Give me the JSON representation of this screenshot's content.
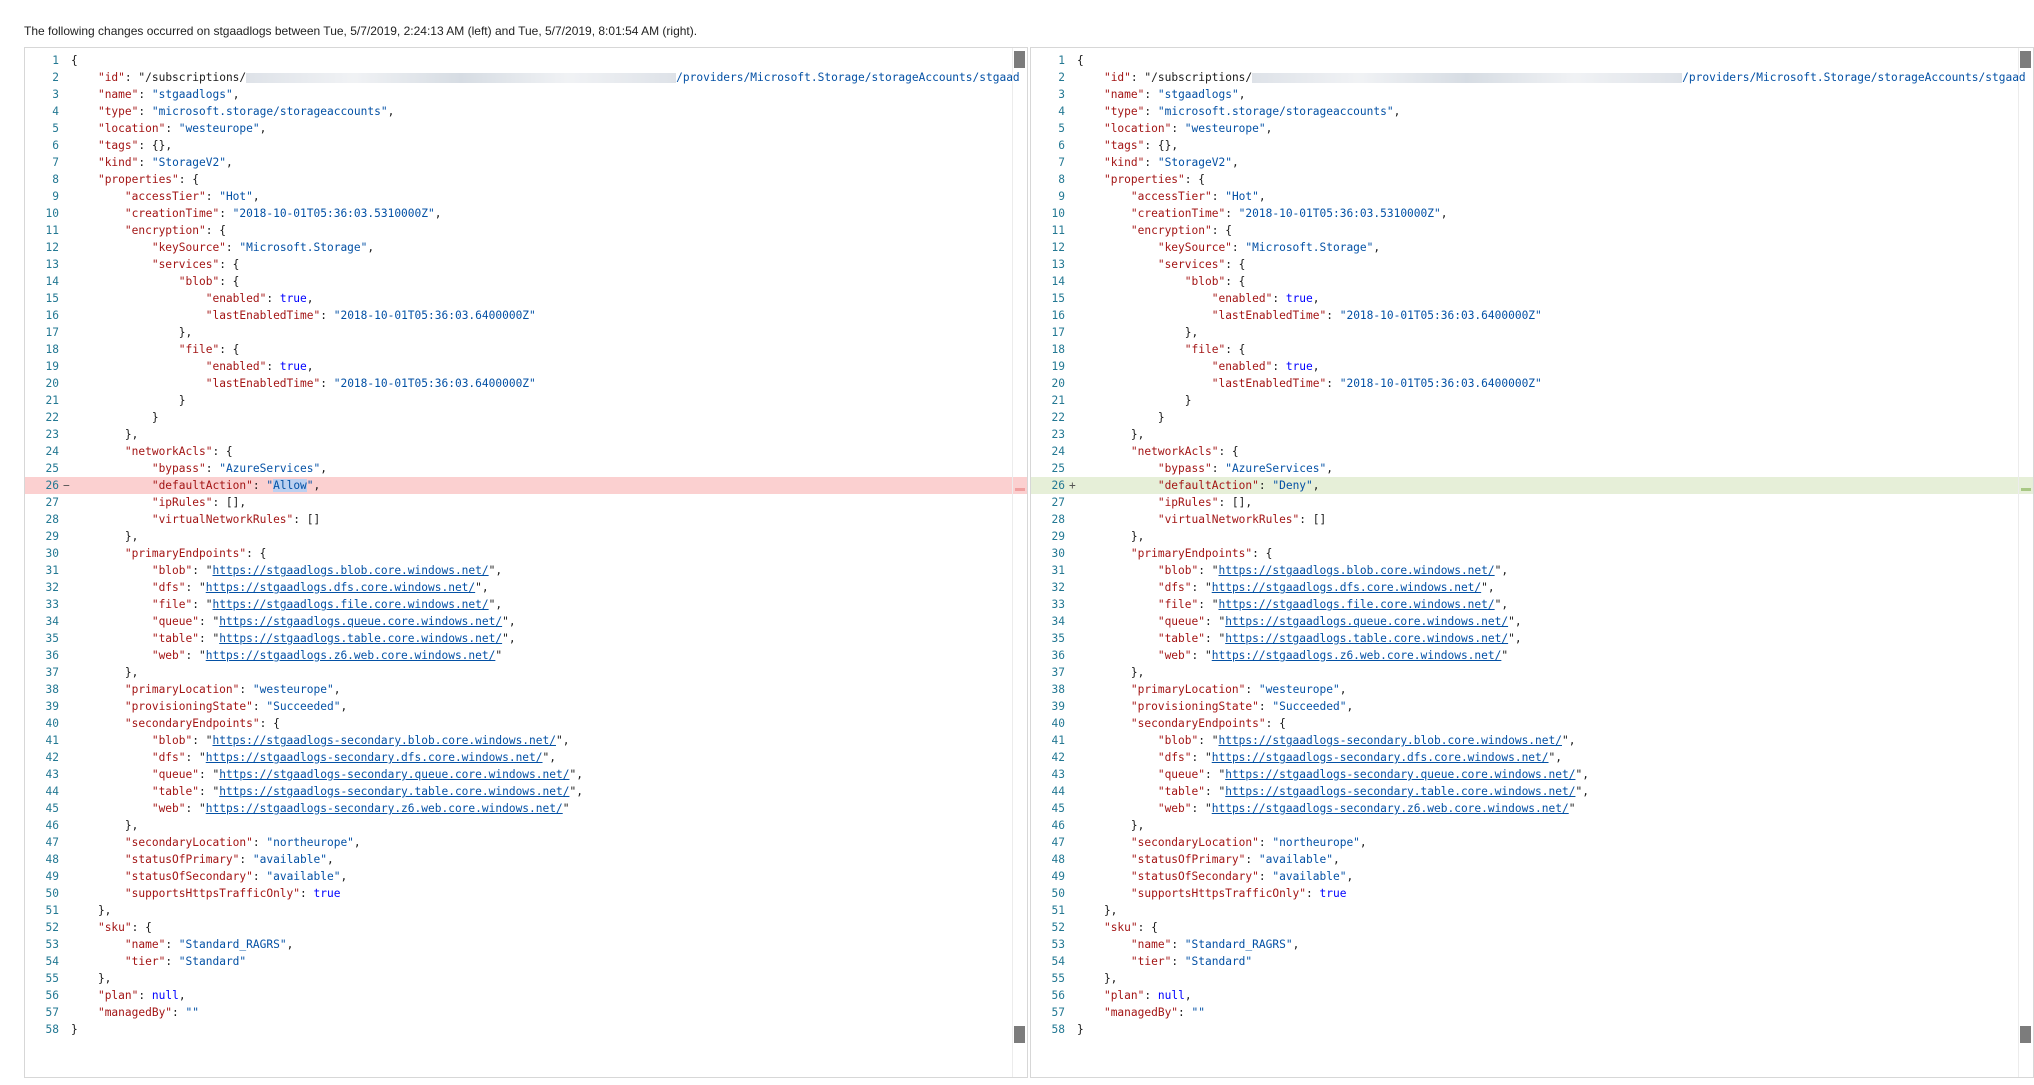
{
  "header": "The following changes occurred on stgaadlogs between Tue, 5/7/2019, 2:24:13 AM (left) and Tue, 5/7/2019, 8:01:54 AM (right).",
  "colors": {
    "removed": "#fbd0d0",
    "added": "#e6efd8",
    "key": "#a31515",
    "string": "#0451a5",
    "keyword": "#0000ff"
  },
  "left": {
    "lines": [
      {
        "n": "1",
        "t": "{"
      },
      {
        "n": "2",
        "t": "    \"id\": \"/subscriptions/",
        "tail": "/providers/Microsoft.Storage/storageAccounts/stgaad",
        "mask": true
      },
      {
        "n": "3",
        "t": "    \"name\": \"stgaadlogs\","
      },
      {
        "n": "4",
        "t": "    \"type\": \"microsoft.storage/storageaccounts\","
      },
      {
        "n": "5",
        "t": "    \"location\": \"westeurope\","
      },
      {
        "n": "6",
        "t": "    \"tags\": {},"
      },
      {
        "n": "7",
        "t": "    \"kind\": \"StorageV2\","
      },
      {
        "n": "8",
        "t": "    \"properties\": {"
      },
      {
        "n": "9",
        "t": "        \"accessTier\": \"Hot\","
      },
      {
        "n": "10",
        "t": "        \"creationTime\": \"2018-10-01T05:36:03.5310000Z\","
      },
      {
        "n": "11",
        "t": "        \"encryption\": {"
      },
      {
        "n": "12",
        "t": "            \"keySource\": \"Microsoft.Storage\","
      },
      {
        "n": "13",
        "t": "            \"services\": {"
      },
      {
        "n": "14",
        "t": "                \"blob\": {"
      },
      {
        "n": "15",
        "t": "                    \"enabled\": true,"
      },
      {
        "n": "16",
        "t": "                    \"lastEnabledTime\": \"2018-10-01T05:36:03.6400000Z\""
      },
      {
        "n": "17",
        "t": "                },"
      },
      {
        "n": "18",
        "t": "                \"file\": {"
      },
      {
        "n": "19",
        "t": "                    \"enabled\": true,"
      },
      {
        "n": "20",
        "t": "                    \"lastEnabledTime\": \"2018-10-01T05:36:03.6400000Z\""
      },
      {
        "n": "21",
        "t": "                }"
      },
      {
        "n": "22",
        "t": "            }"
      },
      {
        "n": "23",
        "t": "        },"
      },
      {
        "n": "24",
        "t": "        \"networkAcls\": {"
      },
      {
        "n": "25",
        "t": "            \"bypass\": \"AzureServices\","
      },
      {
        "n": "26",
        "t": "            \"defaultAction\": \"Allow\",",
        "diff": "removed",
        "marker": "−"
      },
      {
        "n": "27",
        "t": "            \"ipRules\": [],"
      },
      {
        "n": "28",
        "t": "            \"virtualNetworkRules\": []"
      },
      {
        "n": "29",
        "t": "        },"
      },
      {
        "n": "30",
        "t": "        \"primaryEndpoints\": {"
      },
      {
        "n": "31",
        "t": "            \"blob\": \"https://stgaadlogs.blob.core.windows.net/\","
      },
      {
        "n": "32",
        "t": "            \"dfs\": \"https://stgaadlogs.dfs.core.windows.net/\","
      },
      {
        "n": "33",
        "t": "            \"file\": \"https://stgaadlogs.file.core.windows.net/\","
      },
      {
        "n": "34",
        "t": "            \"queue\": \"https://stgaadlogs.queue.core.windows.net/\","
      },
      {
        "n": "35",
        "t": "            \"table\": \"https://stgaadlogs.table.core.windows.net/\","
      },
      {
        "n": "36",
        "t": "            \"web\": \"https://stgaadlogs.z6.web.core.windows.net/\""
      },
      {
        "n": "37",
        "t": "        },"
      },
      {
        "n": "38",
        "t": "        \"primaryLocation\": \"westeurope\","
      },
      {
        "n": "39",
        "t": "        \"provisioningState\": \"Succeeded\","
      },
      {
        "n": "40",
        "t": "        \"secondaryEndpoints\": {"
      },
      {
        "n": "41",
        "t": "            \"blob\": \"https://stgaadlogs-secondary.blob.core.windows.net/\","
      },
      {
        "n": "42",
        "t": "            \"dfs\": \"https://stgaadlogs-secondary.dfs.core.windows.net/\","
      },
      {
        "n": "43",
        "t": "            \"queue\": \"https://stgaadlogs-secondary.queue.core.windows.net/\","
      },
      {
        "n": "44",
        "t": "            \"table\": \"https://stgaadlogs-secondary.table.core.windows.net/\","
      },
      {
        "n": "45",
        "t": "            \"web\": \"https://stgaadlogs-secondary.z6.web.core.windows.net/\""
      },
      {
        "n": "46",
        "t": "        },"
      },
      {
        "n": "47",
        "t": "        \"secondaryLocation\": \"northeurope\","
      },
      {
        "n": "48",
        "t": "        \"statusOfPrimary\": \"available\","
      },
      {
        "n": "49",
        "t": "        \"statusOfSecondary\": \"available\","
      },
      {
        "n": "50",
        "t": "        \"supportsHttpsTrafficOnly\": true"
      },
      {
        "n": "51",
        "t": "    },"
      },
      {
        "n": "52",
        "t": "    \"sku\": {"
      },
      {
        "n": "53",
        "t": "        \"name\": \"Standard_RAGRS\","
      },
      {
        "n": "54",
        "t": "        \"tier\": \"Standard\""
      },
      {
        "n": "55",
        "t": "    },"
      },
      {
        "n": "56",
        "t": "    \"plan\": null,"
      },
      {
        "n": "57",
        "t": "    \"managedBy\": \"\""
      },
      {
        "n": "58",
        "t": "}"
      }
    ]
  },
  "right": {
    "lines": [
      {
        "n": "1",
        "t": "{"
      },
      {
        "n": "2",
        "t": "    \"id\": \"/subscriptions/",
        "tail": "/providers/Microsoft.Storage/storageAccounts/stgaad",
        "mask": true
      },
      {
        "n": "3",
        "t": "    \"name\": \"stgaadlogs\","
      },
      {
        "n": "4",
        "t": "    \"type\": \"microsoft.storage/storageaccounts\","
      },
      {
        "n": "5",
        "t": "    \"location\": \"westeurope\","
      },
      {
        "n": "6",
        "t": "    \"tags\": {},"
      },
      {
        "n": "7",
        "t": "    \"kind\": \"StorageV2\","
      },
      {
        "n": "8",
        "t": "    \"properties\": {"
      },
      {
        "n": "9",
        "t": "        \"accessTier\": \"Hot\","
      },
      {
        "n": "10",
        "t": "        \"creationTime\": \"2018-10-01T05:36:03.5310000Z\","
      },
      {
        "n": "11",
        "t": "        \"encryption\": {"
      },
      {
        "n": "12",
        "t": "            \"keySource\": \"Microsoft.Storage\","
      },
      {
        "n": "13",
        "t": "            \"services\": {"
      },
      {
        "n": "14",
        "t": "                \"blob\": {"
      },
      {
        "n": "15",
        "t": "                    \"enabled\": true,"
      },
      {
        "n": "16",
        "t": "                    \"lastEnabledTime\": \"2018-10-01T05:36:03.6400000Z\""
      },
      {
        "n": "17",
        "t": "                },"
      },
      {
        "n": "18",
        "t": "                \"file\": {"
      },
      {
        "n": "19",
        "t": "                    \"enabled\": true,"
      },
      {
        "n": "20",
        "t": "                    \"lastEnabledTime\": \"2018-10-01T05:36:03.6400000Z\""
      },
      {
        "n": "21",
        "t": "                }"
      },
      {
        "n": "22",
        "t": "            }"
      },
      {
        "n": "23",
        "t": "        },"
      },
      {
        "n": "24",
        "t": "        \"networkAcls\": {"
      },
      {
        "n": "25",
        "t": "            \"bypass\": \"AzureServices\","
      },
      {
        "n": "26",
        "t": "            \"defaultAction\": \"Deny\",",
        "diff": "added",
        "marker": "+"
      },
      {
        "n": "27",
        "t": "            \"ipRules\": [],"
      },
      {
        "n": "28",
        "t": "            \"virtualNetworkRules\": []"
      },
      {
        "n": "29",
        "t": "        },"
      },
      {
        "n": "30",
        "t": "        \"primaryEndpoints\": {"
      },
      {
        "n": "31",
        "t": "            \"blob\": \"https://stgaadlogs.blob.core.windows.net/\","
      },
      {
        "n": "32",
        "t": "            \"dfs\": \"https://stgaadlogs.dfs.core.windows.net/\","
      },
      {
        "n": "33",
        "t": "            \"file\": \"https://stgaadlogs.file.core.windows.net/\","
      },
      {
        "n": "34",
        "t": "            \"queue\": \"https://stgaadlogs.queue.core.windows.net/\","
      },
      {
        "n": "35",
        "t": "            \"table\": \"https://stgaadlogs.table.core.windows.net/\","
      },
      {
        "n": "36",
        "t": "            \"web\": \"https://stgaadlogs.z6.web.core.windows.net/\""
      },
      {
        "n": "37",
        "t": "        },"
      },
      {
        "n": "38",
        "t": "        \"primaryLocation\": \"westeurope\","
      },
      {
        "n": "39",
        "t": "        \"provisioningState\": \"Succeeded\","
      },
      {
        "n": "40",
        "t": "        \"secondaryEndpoints\": {"
      },
      {
        "n": "41",
        "t": "            \"blob\": \"https://stgaadlogs-secondary.blob.core.windows.net/\","
      },
      {
        "n": "42",
        "t": "            \"dfs\": \"https://stgaadlogs-secondary.dfs.core.windows.net/\","
      },
      {
        "n": "43",
        "t": "            \"queue\": \"https://stgaadlogs-secondary.queue.core.windows.net/\","
      },
      {
        "n": "44",
        "t": "            \"table\": \"https://stgaadlogs-secondary.table.core.windows.net/\","
      },
      {
        "n": "45",
        "t": "            \"web\": \"https://stgaadlogs-secondary.z6.web.core.windows.net/\""
      },
      {
        "n": "46",
        "t": "        },"
      },
      {
        "n": "47",
        "t": "        \"secondaryLocation\": \"northeurope\","
      },
      {
        "n": "48",
        "t": "        \"statusOfPrimary\": \"available\","
      },
      {
        "n": "49",
        "t": "        \"statusOfSecondary\": \"available\","
      },
      {
        "n": "50",
        "t": "        \"supportsHttpsTrafficOnly\": true"
      },
      {
        "n": "51",
        "t": "    },"
      },
      {
        "n": "52",
        "t": "    \"sku\": {"
      },
      {
        "n": "53",
        "t": "        \"name\": \"Standard_RAGRS\","
      },
      {
        "n": "54",
        "t": "        \"tier\": \"Standard\""
      },
      {
        "n": "55",
        "t": "    },"
      },
      {
        "n": "56",
        "t": "    \"plan\": null,"
      },
      {
        "n": "57",
        "t": "    \"managedBy\": \"\""
      },
      {
        "n": "58",
        "t": "}"
      }
    ]
  }
}
